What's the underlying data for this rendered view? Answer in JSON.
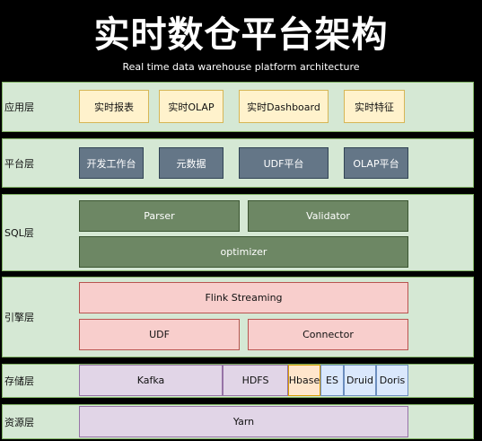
{
  "title": "实时数仓平台架构",
  "subtitle": "Real time data warehouse platform architecture",
  "layers": {
    "app": {
      "label": "应用层",
      "items": [
        "实时报表",
        "实时OLAP",
        "实时Dashboard",
        "实时特征"
      ]
    },
    "platform": {
      "label": "平台层",
      "items": [
        "开发工作台",
        "元数据",
        "UDF平台",
        "OLAP平台"
      ]
    },
    "sql": {
      "label": "SQL层",
      "parser": "Parser",
      "validator": "Validator",
      "optimizer": "optimizer"
    },
    "engine": {
      "label": "引擎层",
      "flink": "Flink Streaming",
      "udf": "UDF",
      "connector": "Connector"
    },
    "storage": {
      "label": "存储层",
      "items": [
        "Kafka",
        "HDFS",
        "Hbase",
        "ES",
        "Druid",
        "Doris"
      ]
    },
    "resource": {
      "label": "资源层",
      "yarn": "Yarn"
    }
  }
}
